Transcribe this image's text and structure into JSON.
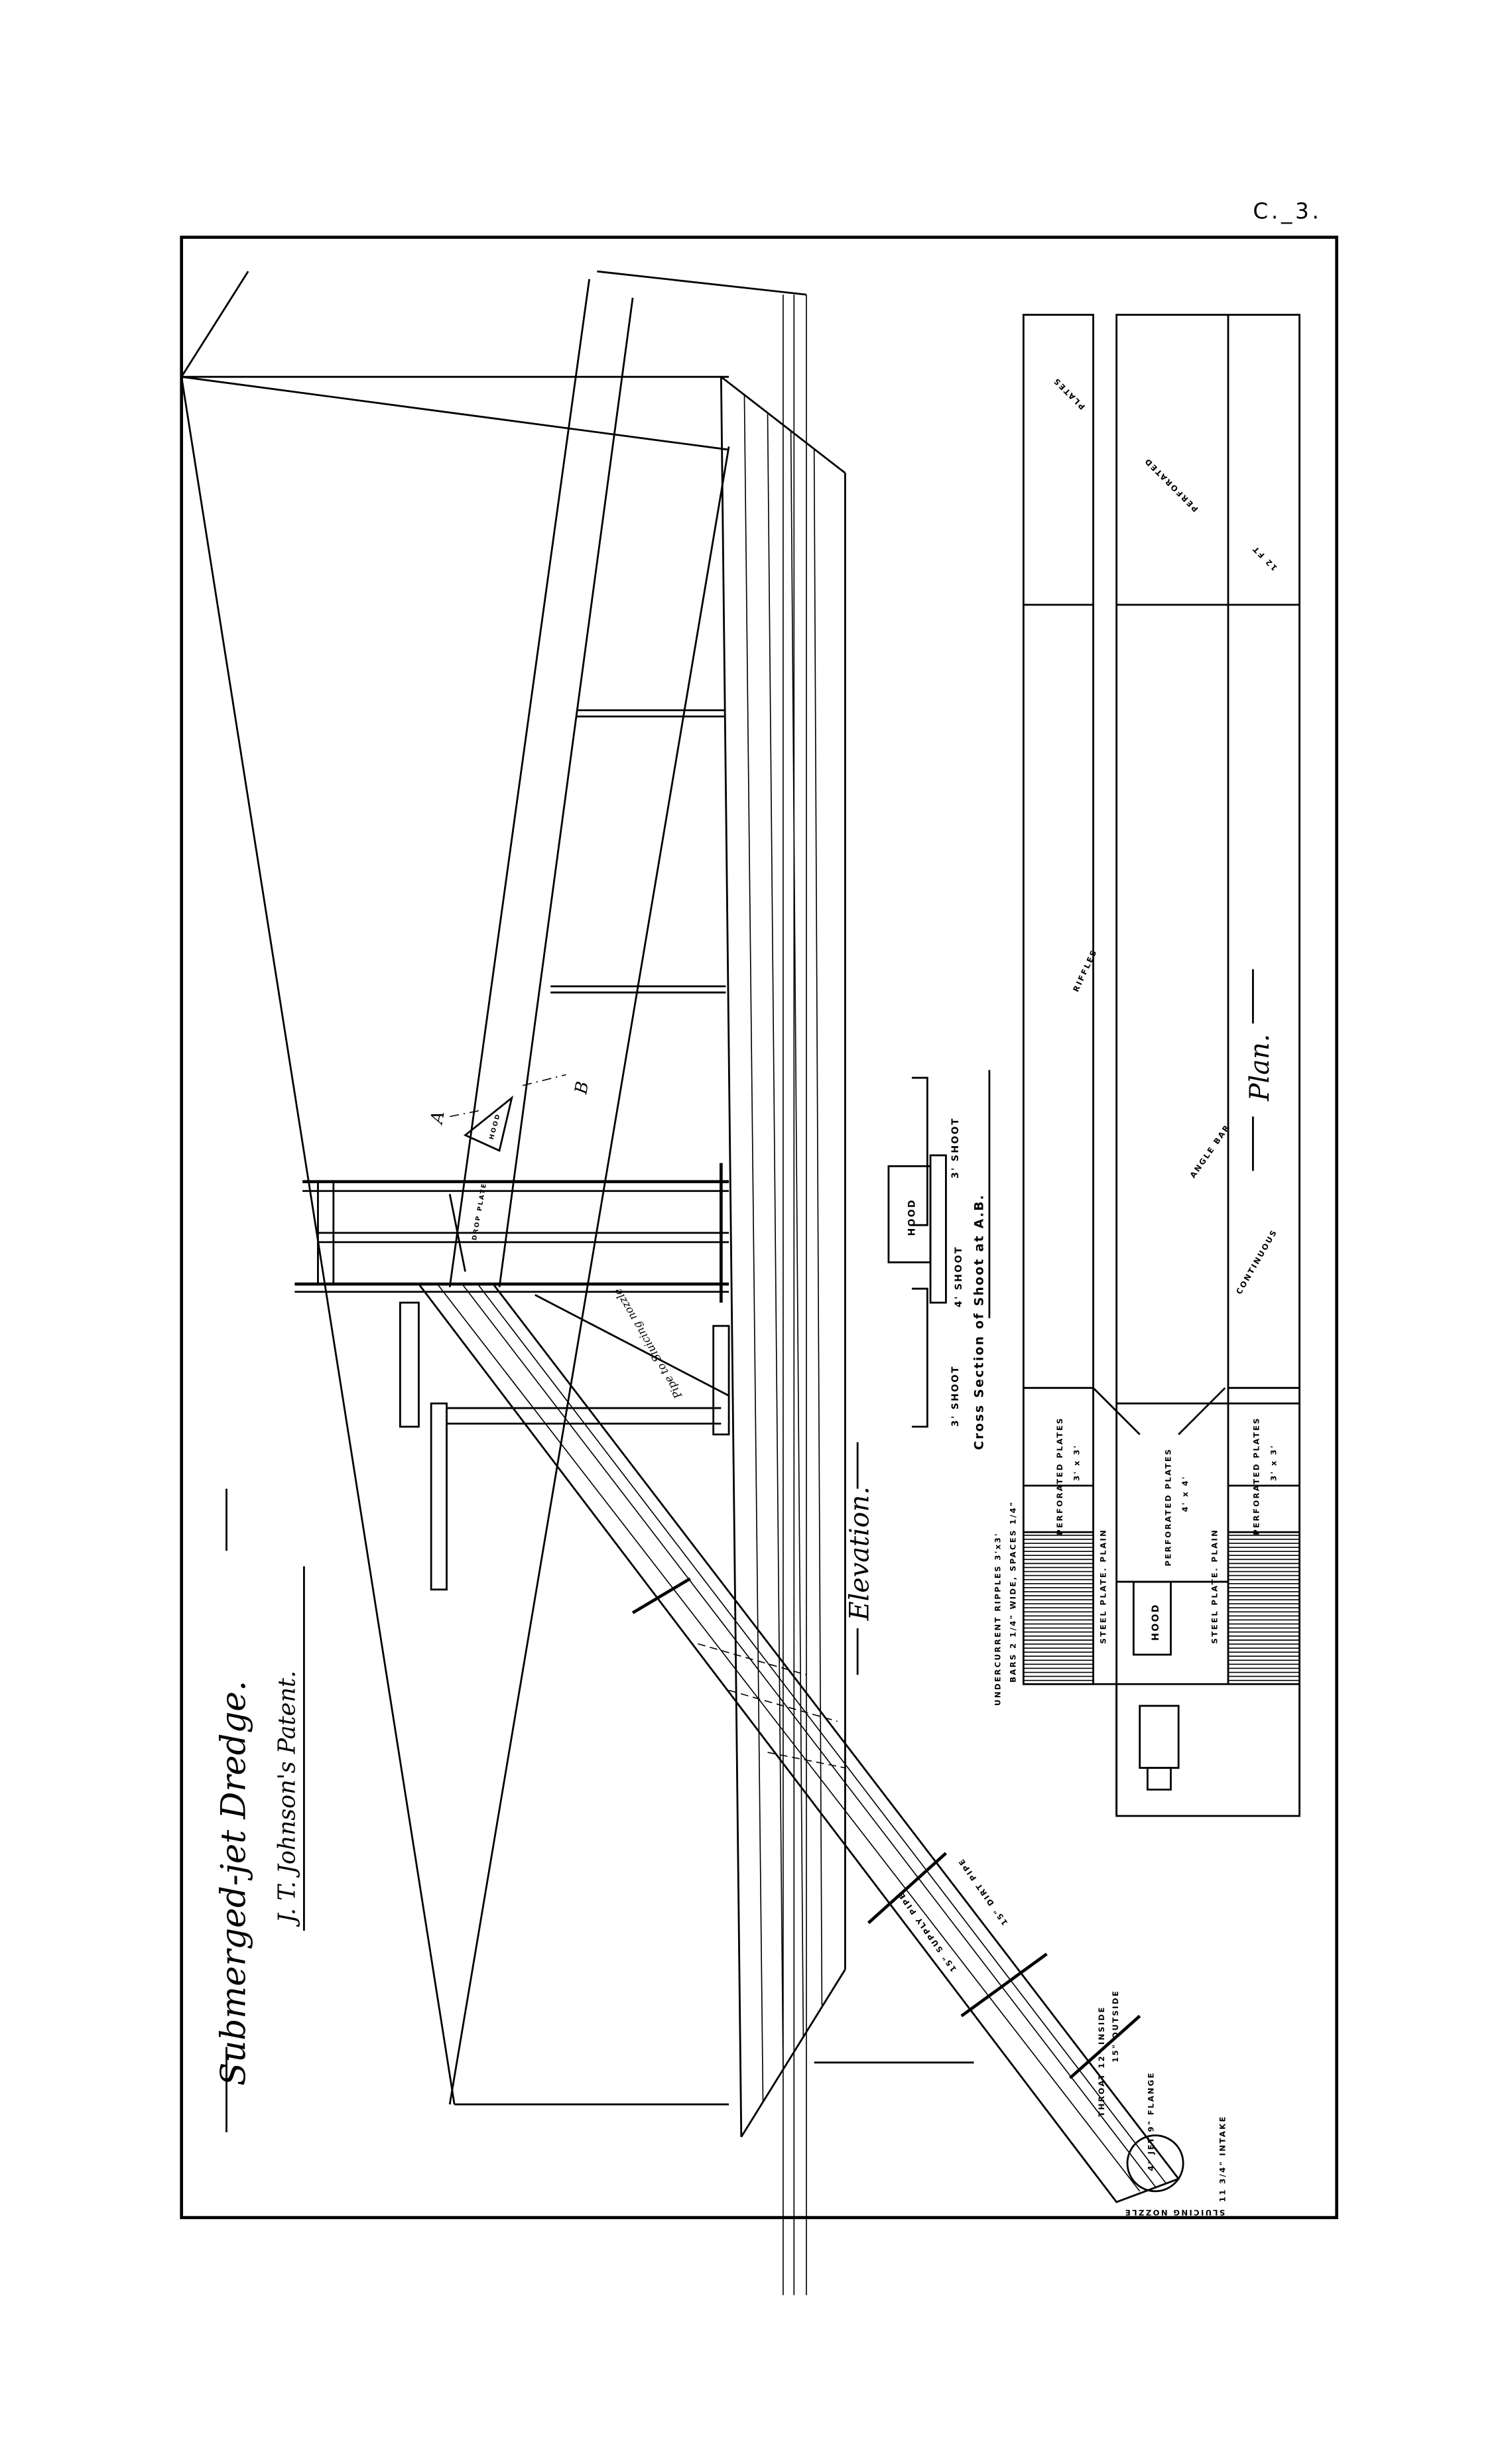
{
  "sheet_number": "C._3.",
  "title": "Submerged-jet Dredge.",
  "subtitle": "J. T. Johnson's Patent.",
  "views": {
    "elevation": "Elevation.",
    "plan": "Plan.",
    "cross_section": "Cross Section of Shoot at A.B."
  },
  "cross_section_labels": {
    "hood": "HOOD",
    "left_shoot": "3' SHOOT",
    "center_shoot": "4' SHOOT",
    "right_shoot": "3' SHOOT"
  },
  "elevation_labels": {
    "section_a": "A",
    "section_b": "B",
    "hood": "HOOD",
    "drop_plate": "DROP PLATE",
    "pipe_to_nozzle": "Pipe to Sluicing nozzle",
    "supply_pipe": "15\" SUPPLY PIPE",
    "dirt_pipe": "15\" DIRT PIPE",
    "throat": "THROAT 12\" INSIDE",
    "throat_outside": "15\" OUTSIDE",
    "jet": "4\" JET 9\" FLANGE",
    "intake": "11 3/4\" INTAKE",
    "sluicing_nozzle": "SLUICING NOZZLE"
  },
  "plan_labels": {
    "undercurrent": "UNDERCURRENT RIPPLES 3'x3'",
    "bars": "BARS 2 1/4\" WIDE, SPACES 1/4\"",
    "perf_left": "PERFORATED PLATES",
    "perf_left_size": "3' x 3'",
    "steel_left": "STEEL PLATE. PLAIN",
    "perf_center": "PERFORATED PLATES",
    "perf_center_size": "4' x 4'",
    "hood": "HOOD",
    "steel_right": "STEEL PLATE. PLAIN",
    "perf_right": "PERFORATED PLATES",
    "perf_right_size": "3' x 3'",
    "riffles": "RIFFLES",
    "angle_bar": "ANGLE BAR",
    "continuous": "CONTINUOUS",
    "plates_top": "PLATES",
    "perforated_top": "PERFORATED",
    "length": "12 FT"
  }
}
